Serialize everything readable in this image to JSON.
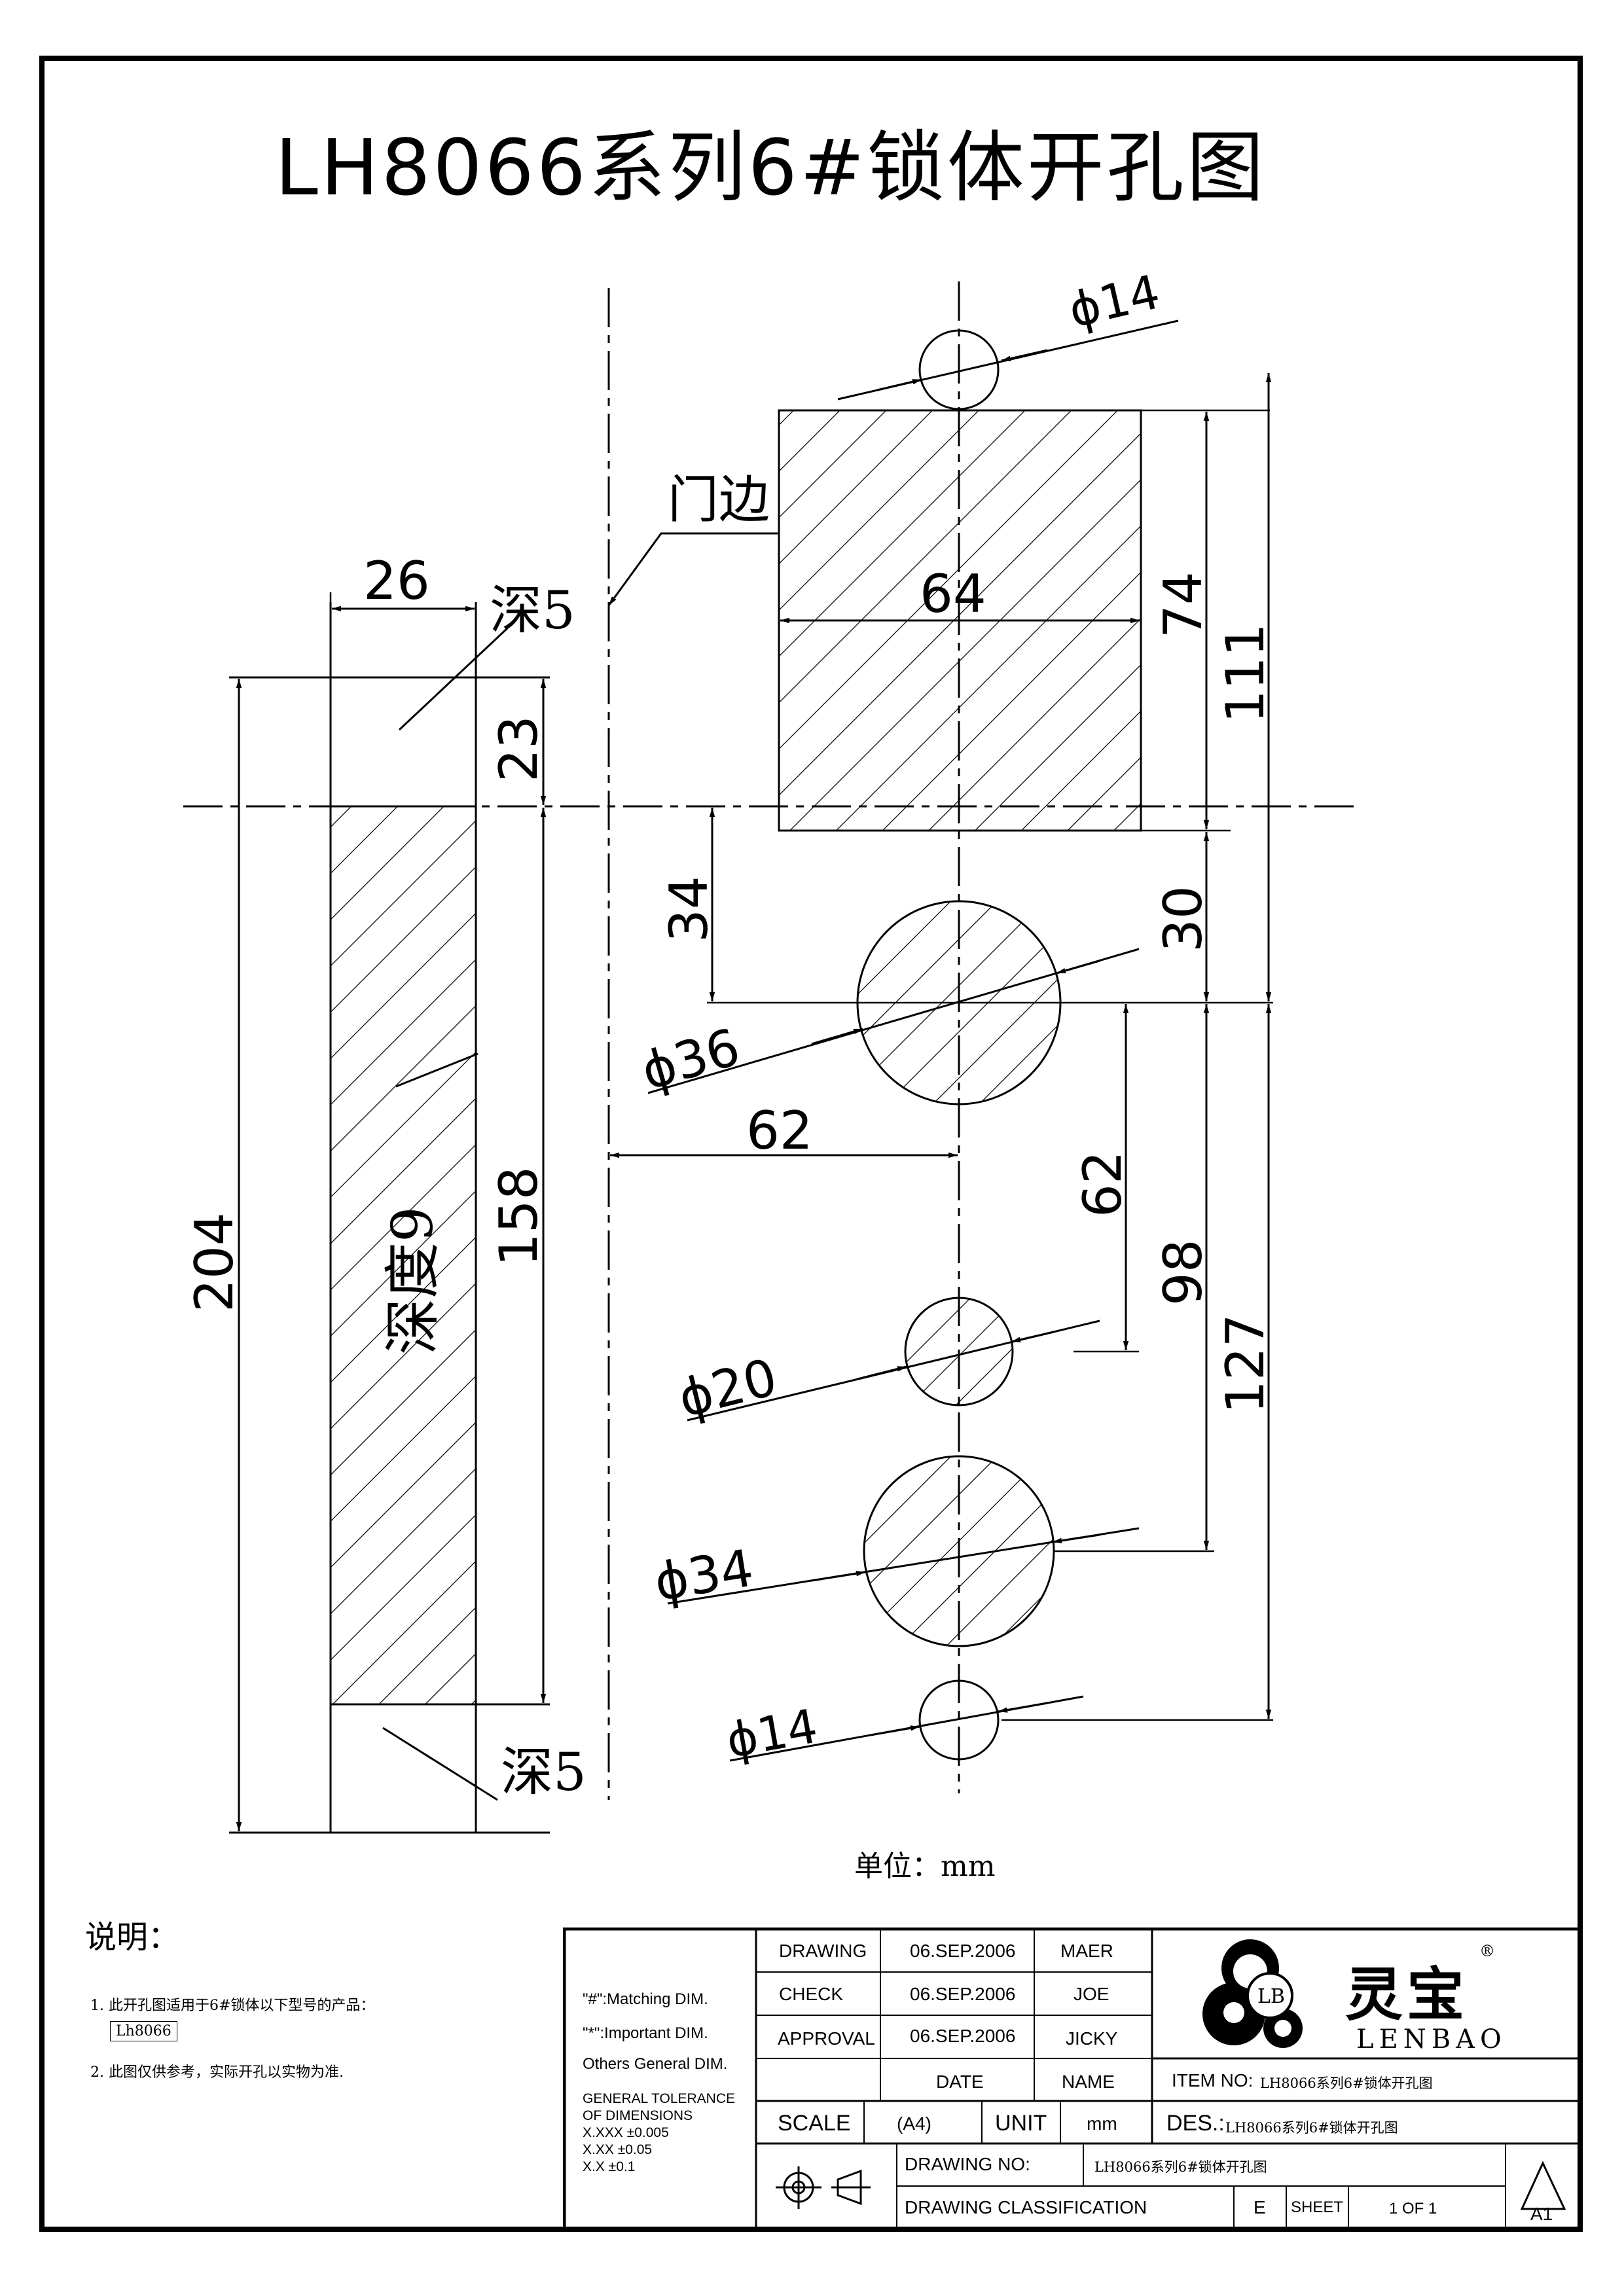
{
  "title": "LH8066系列6#锁体开孔图",
  "dims": {
    "d_top": "ϕ14",
    "door_edge": "门边",
    "w26": "26",
    "depth5_top": "深5",
    "w64": "64",
    "h74": "74",
    "h111": "111",
    "h23": "23",
    "h204": "204",
    "h34": "34",
    "h30": "30",
    "d36": "ϕ36",
    "depth9": "深度9",
    "h158": "158",
    "w62": "62",
    "h62": "62",
    "h98": "98",
    "h127": "127",
    "d20": "ϕ20",
    "d34": "ϕ34",
    "d14": "ϕ14",
    "depth5_bottom": "深5"
  },
  "unit_label": "单位：mm",
  "notes": {
    "title": "说明：",
    "item1": "1. 此开孔图适用于6#锁体以下型号的产品：",
    "model": "Lh8066",
    "item2": "2. 此图仅供参考，实际开孔以实物为准."
  },
  "title_block": {
    "matching": "\"#\":Matching DIM.",
    "important": "\"*\":Important DIM.",
    "others": "Others General DIM.",
    "tol_title1": "GENERAL TOLERANCE",
    "tol_title2": "OF DIMENSIONS",
    "tol1": "X.XXX   ±0.005",
    "tol2": "X.XX     ±0.05",
    "tol3": "X.X       ±0.1",
    "rows": [
      {
        "label": "DRAWING",
        "date": "06.SEP.2006",
        "name": "MAER"
      },
      {
        "label": "CHECK",
        "date": "06.SEP.2006",
        "name": "JOE"
      },
      {
        "label": "APPROVAL",
        "date": "06.SEP.2006",
        "name": "JICKY"
      }
    ],
    "date_header": "DATE",
    "name_header": "NAME",
    "scale_label": "SCALE",
    "scale_value": "(A4)",
    "unit_label": "UNIT",
    "unit_value": "mm",
    "logo_cn": "灵宝",
    "logo_en": "LENBAO",
    "logo_badge": "LB",
    "registered": "®",
    "item_no_label": "ITEM NO:",
    "item_no_value": "LH8066系列6#锁体开孔图",
    "des_label": "DES.:",
    "des_value": "LH8066系列6#锁体开孔图",
    "drawing_no_label": "DRAWING NO:",
    "drawing_no_value": "LH8066系列6#锁体开孔图",
    "classification_label": "DRAWING CLASSIFICATION",
    "classification_value": "E",
    "sheet_label": "SHEET",
    "sheet_value": "1 OF 1",
    "size_code": "A1"
  }
}
